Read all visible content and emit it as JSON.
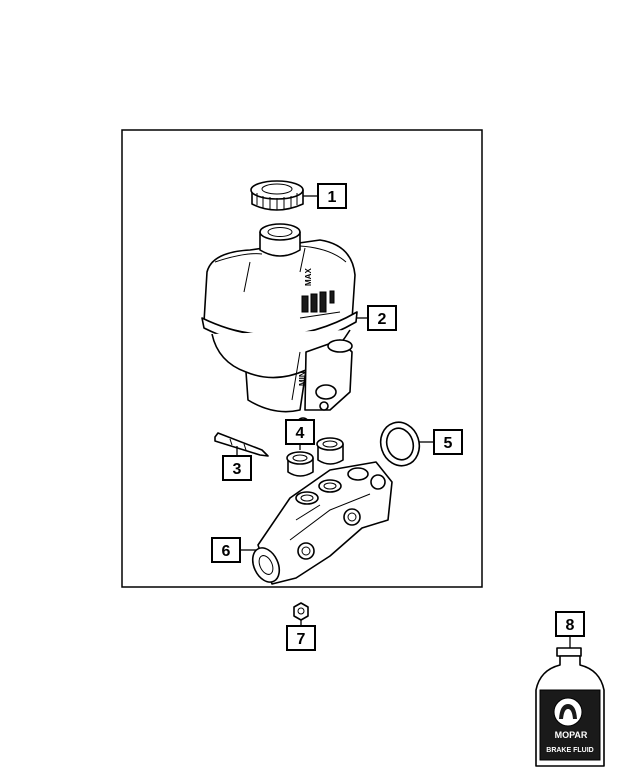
{
  "callouts": [
    {
      "id": "1",
      "label": "1"
    },
    {
      "id": "2",
      "label": "2"
    },
    {
      "id": "3",
      "label": "3"
    },
    {
      "id": "4",
      "label": "4"
    },
    {
      "id": "5",
      "label": "5"
    },
    {
      "id": "6",
      "label": "6"
    },
    {
      "id": "7",
      "label": "7"
    },
    {
      "id": "8",
      "label": "8"
    }
  ],
  "reservoir_markings": {
    "max": "MAX",
    "min": "MIN"
  },
  "bottle_label": {
    "brand": "MOPAR",
    "product": "BRAKE FLUID"
  }
}
